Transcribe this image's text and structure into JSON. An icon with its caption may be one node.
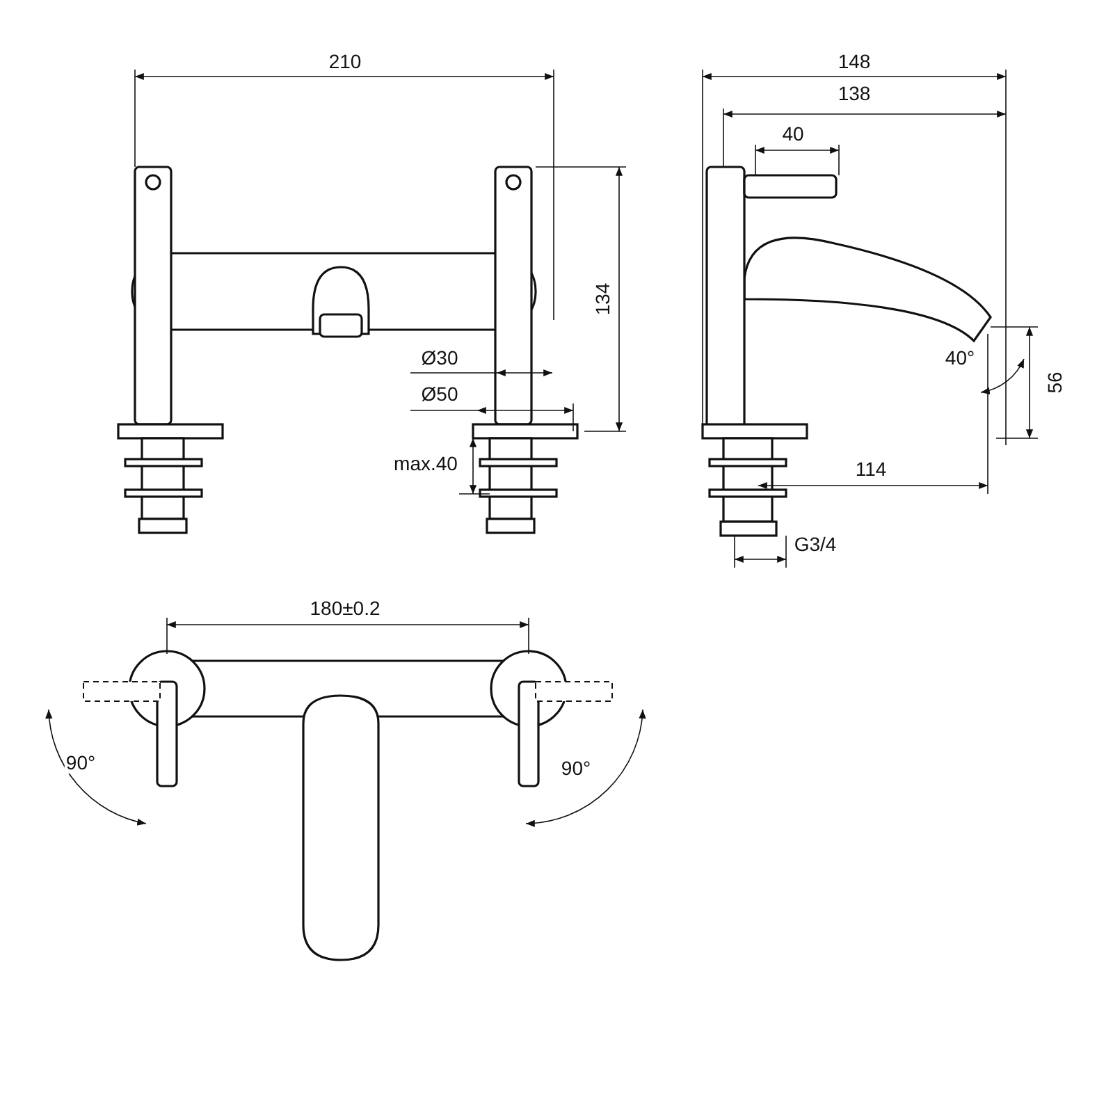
{
  "diagram": {
    "labels": [
      "210",
      "148",
      "138",
      "40",
      "134",
      "Ø30",
      "40°",
      "56",
      "Ø50",
      "max.40",
      "114",
      "G3/4",
      "180±0.2",
      "90°",
      "90°"
    ]
  }
}
